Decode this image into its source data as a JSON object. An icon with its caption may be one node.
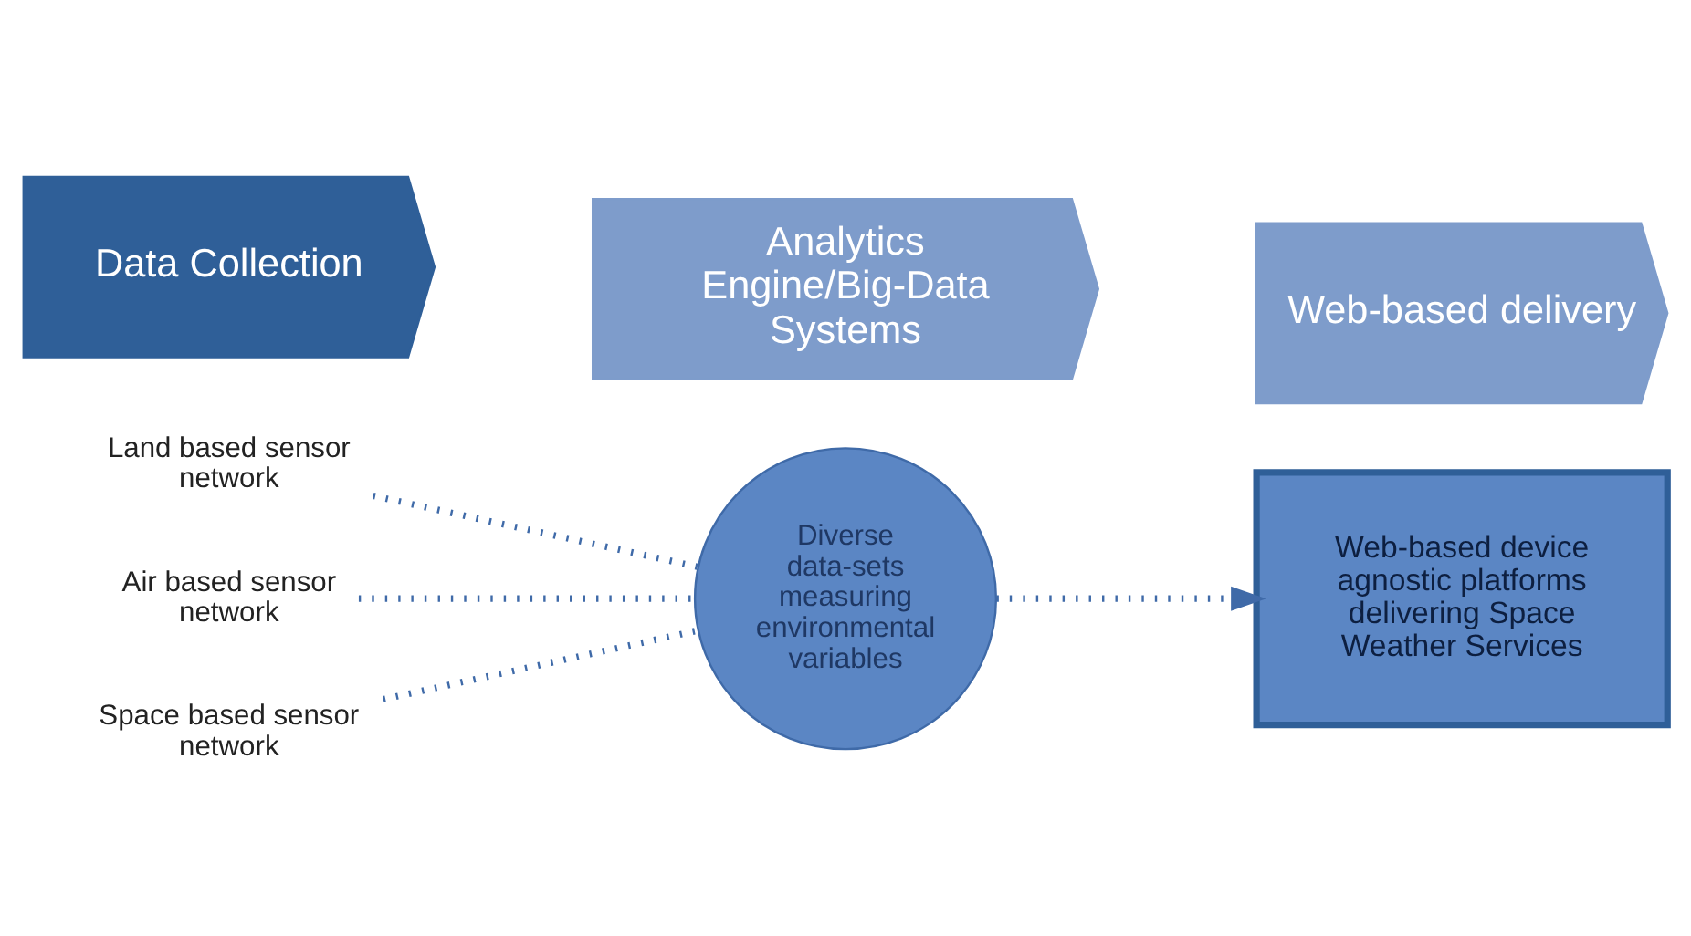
{
  "diagram": {
    "nodes": [
      {
        "text": [
          "Data Collection"
        ]
      },
      {
        "text": [
          "Analytics Engine/Big-Data Systems"
        ]
      },
      {
        "text": [
          "Web-based delivery"
        ]
      },
      {
        "text": [
          "Land based sensor network"
        ]
      },
      {
        "text": [
          "Air based sensor network"
        ]
      },
      {
        "text": [
          "Space based sensor network"
        ]
      },
      {
        "text": [
          "Diverse data-sets measuring environmental variables"
        ]
      },
      {
        "text": [
          "Web-based device agnostic platforms delivering Space Weather Services"
        ]
      }
    ],
    "edges": [
      {
        "from": 3,
        "to": 6,
        "arrow": "none",
        "style": "dashed"
      },
      {
        "from": 4,
        "to": 6,
        "arrow": "none",
        "style": "dashed"
      },
      {
        "from": 5,
        "to": 6,
        "arrow": "none",
        "style": "dashed"
      },
      {
        "from": 6,
        "to": 7,
        "arrow": "to",
        "style": "dashed"
      }
    ]
  }
}
